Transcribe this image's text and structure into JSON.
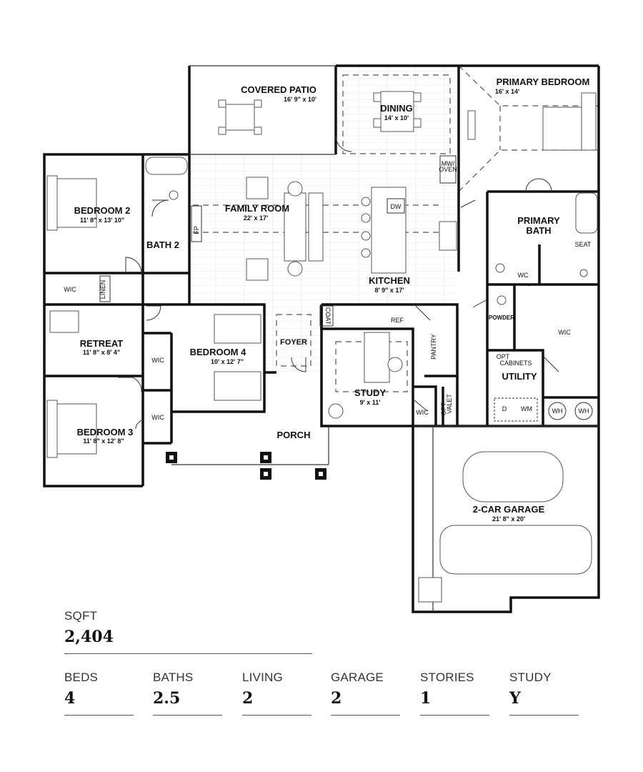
{
  "rooms": {
    "covered_patio": {
      "name": "COVERED PATIO",
      "dim": "16' 9\" x 10'"
    },
    "dining": {
      "name": "DINING",
      "dim": "14' x 10'"
    },
    "primary_bedroom": {
      "name": "PRIMARY BEDROOM",
      "dim": "16' x 14'"
    },
    "bedroom2": {
      "name": "BEDROOM 2",
      "dim": "11' 8\" x 13' 10\""
    },
    "family_room": {
      "name": "FAMILY ROOM",
      "dim": "22' x 17'"
    },
    "bath2": {
      "name": "BATH 2"
    },
    "primary_bath": {
      "name": "PRIMARY BATH"
    },
    "kitchen": {
      "name": "KITCHEN",
      "dim": "8' 9\" x 17'"
    },
    "retreat": {
      "name": "RETREAT",
      "dim": "11' 8\" x 8' 4\""
    },
    "bedroom4": {
      "name": "BEDROOM 4",
      "dim": "10' x 12' 7\""
    },
    "foyer": {
      "name": "FOYER"
    },
    "study": {
      "name": "STUDY",
      "dim": "9' x 11'"
    },
    "bedroom3": {
      "name": "BEDROOM 3",
      "dim": "11' 8\" x 12' 8\""
    },
    "porch": {
      "name": "PORCH"
    },
    "garage": {
      "name": "2-CAR GARAGE",
      "dim": "21' 8\" x 20'"
    },
    "utility": {
      "name": "UTILITY"
    },
    "powder": {
      "name": "POWDER"
    }
  },
  "small_labels": {
    "mw_oven_1": "MW/",
    "mw_oven_2": "OVEN",
    "dw": "DW",
    "fp": "FP",
    "wic": "WIC",
    "linen": "LINEN",
    "wc": "WC",
    "seat": "SEAT",
    "coat": "COAT",
    "ref": "REF",
    "pantry": "PANTRY",
    "opt": "OPT",
    "valet": "VALET",
    "cabinets": "CABINETS",
    "d": "D",
    "wm": "WM",
    "wh": "WH"
  },
  "stats": {
    "sqft": {
      "label": "SQFT",
      "value": "2,404"
    },
    "beds": {
      "label": "BEDS",
      "value": "4"
    },
    "baths": {
      "label": "BATHS",
      "value": "2.5"
    },
    "living": {
      "label": "LIVING",
      "value": "2"
    },
    "garage": {
      "label": "GARAGE",
      "value": "2"
    },
    "stories": {
      "label": "STORIES",
      "value": "1"
    },
    "study": {
      "label": "STUDY",
      "value": "Y"
    }
  }
}
